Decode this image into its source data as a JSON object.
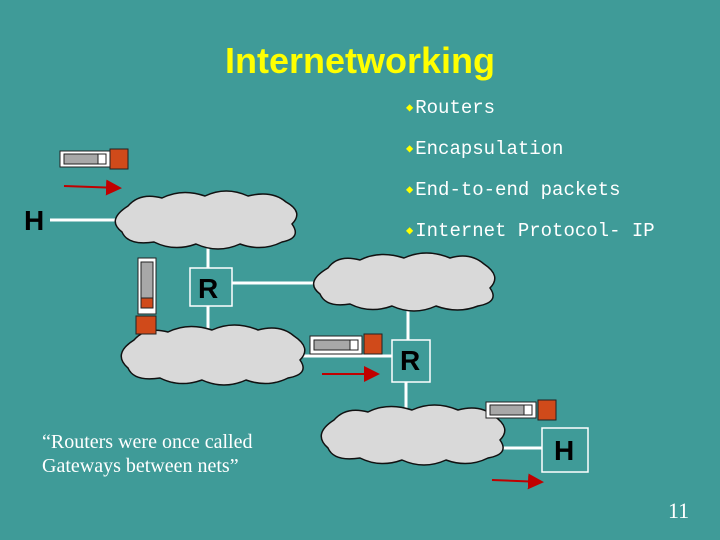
{
  "title": "Internetworking",
  "bullets": [
    {
      "icon": "diamond-bullet-icon",
      "text": "Routers"
    },
    {
      "icon": "diamond-bullet-icon",
      "text": "Encapsulation"
    },
    {
      "icon": "diamond-bullet-icon",
      "text": "End-to-end packets"
    },
    {
      "icon": "diamond-bullet-icon",
      "text": "Internet Protocol- IP"
    }
  ],
  "nodes": {
    "host_left": "H",
    "router_top": "R",
    "router_mid": "R",
    "host_right": "H"
  },
  "quote": {
    "line1": "“Routers were once called",
    "line2": "Gateways between nets”"
  },
  "page_number": "11",
  "colors": {
    "background": "#3f9b98",
    "title": "#ffff00",
    "cloud": "#d9d9d9",
    "arrow": "#c00000",
    "packet_header": "#d04a1a"
  }
}
